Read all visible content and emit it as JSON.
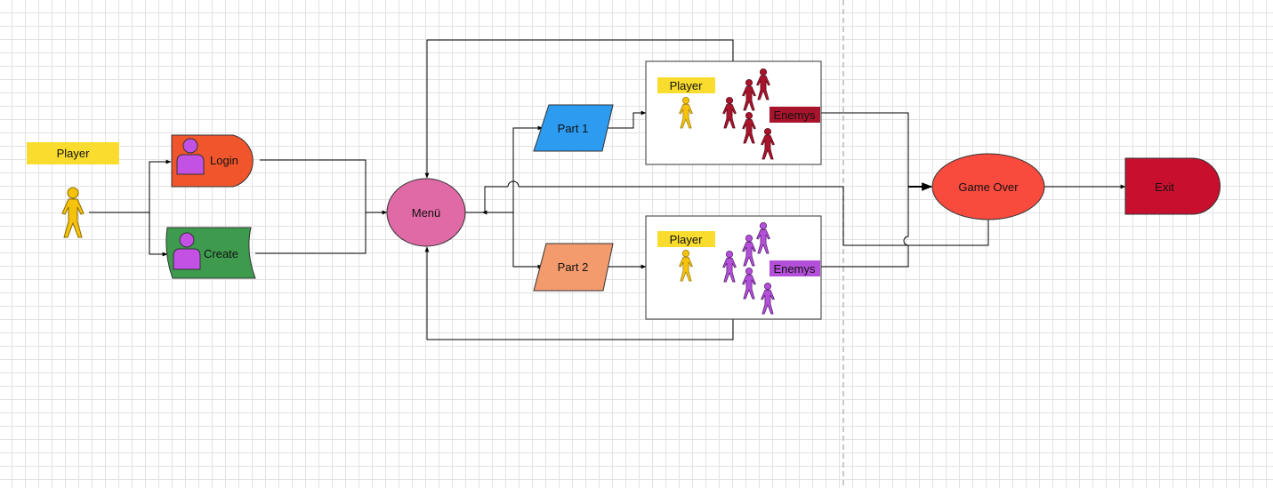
{
  "player_label": "Player",
  "nodes": {
    "login": "Login",
    "create": "Create",
    "menu": "Menü",
    "part1": "Part 1",
    "part2": "Part 2",
    "game_over": "Game Over",
    "exit": "Exit"
  },
  "scene1": {
    "player_label": "Player",
    "enemies_label": "Enemys"
  },
  "scene2": {
    "player_label": "Player",
    "enemies_label": "Enemys"
  },
  "colors": {
    "player_yellow": "#F6C20C",
    "label_yellow": "#F9DC2E",
    "login": "#F0552B",
    "create": "#3E9B4E",
    "avatar_purple": "#C251E4",
    "menu": "#E06AA6",
    "part1": "#2D9BF0",
    "part2": "#F49B6E",
    "enemy_red": "#A8142B",
    "enemy_purple": "#B34FD8",
    "game_over": "#F94A3E",
    "exit": "#C8102E"
  }
}
